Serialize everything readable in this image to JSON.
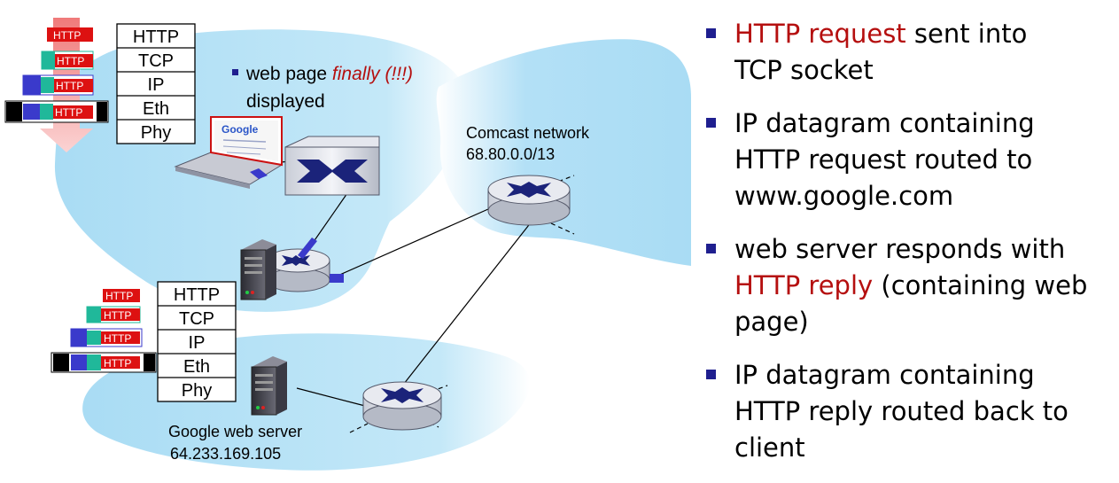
{
  "diagram": {
    "note": {
      "prefix": "web page ",
      "emphasis": "finally (!!!)",
      "line2": "displayed"
    },
    "stack_top": {
      "layers": [
        "HTTP",
        "TCP",
        "IP",
        "Eth",
        "Phy"
      ]
    },
    "stack_bottom": {
      "layers": [
        "HTTP",
        "TCP",
        "IP",
        "Eth",
        "Phy"
      ]
    },
    "packet_label": "HTTP",
    "browser_logo": "Google",
    "comcast": {
      "name": "Comcast network",
      "prefix": "68.80.0.0/13"
    },
    "google_server": {
      "name": "Google web server",
      "ip": "64.233.169.105"
    }
  },
  "bullets": [
    {
      "red": "HTTP request",
      "text1": " sent into",
      "text2": "TCP socket"
    },
    {
      "l1": "IP datagram containing",
      "l2": "HTTP request routed to",
      "l3": "www.google.com"
    },
    {
      "l1": "web server responds with",
      "red": "HTTP reply",
      "l2rest": " (containing web",
      "l3": "page)"
    },
    {
      "l1": "IP datagram containing",
      "l2": "HTTP reply routed back to",
      "l3": "client"
    }
  ],
  "colors": {
    "cloud": "#a9dcf4",
    "http_red": "#dd1111",
    "tcp_teal": "#20b89a",
    "ip_blue": "#3a3acb",
    "eth_black": "#000000",
    "bullet_square": "#1f1f8f",
    "emphasis_red": "#b50f0f"
  }
}
